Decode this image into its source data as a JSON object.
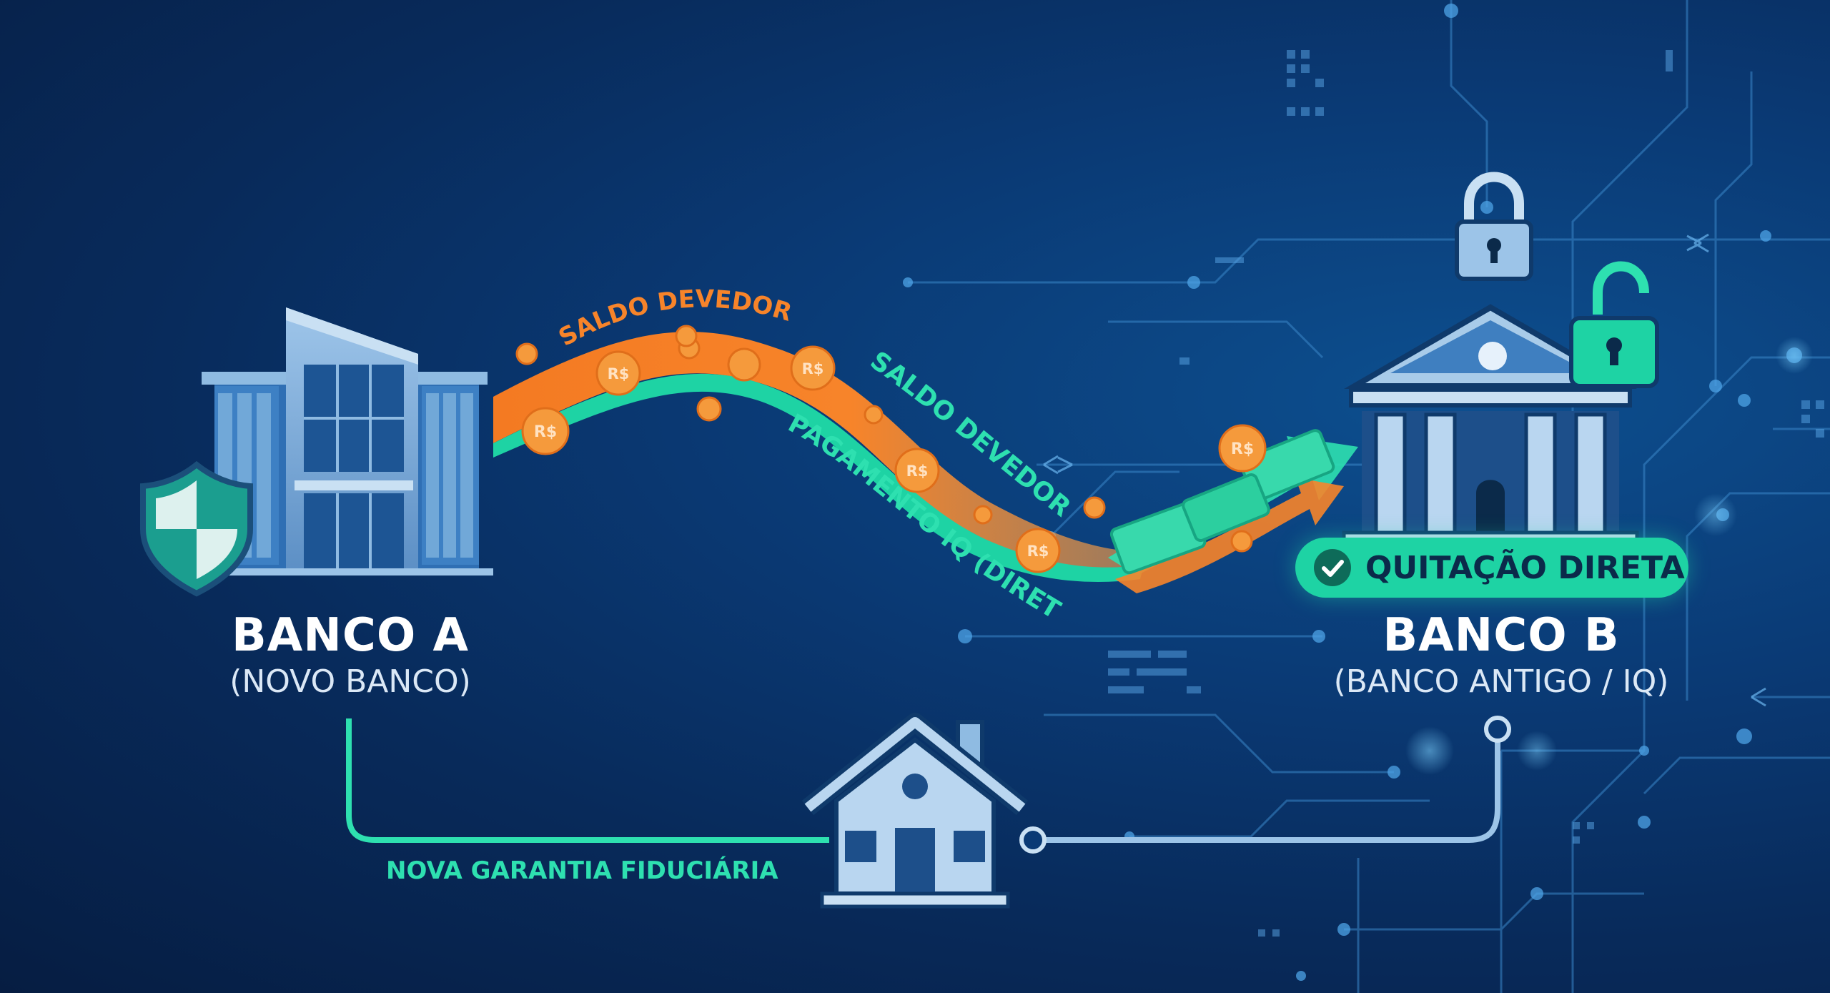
{
  "bank_a": {
    "name": "BANCO A",
    "subtitle": "(NOVO BANCO)"
  },
  "bank_b": {
    "name": "BANCO B",
    "subtitle": "(BANCO ANTIGO / IQ)"
  },
  "flow": {
    "balance_label_top": "SALDO DEVEDOR",
    "balance_label_mid": "SALDO DEVEDOR",
    "payment_label": "PAGAMENTO IQ (DIRETO)",
    "coin_symbol": "R$"
  },
  "badge": {
    "label": "QUITAÇÃO DIRETA"
  },
  "collateral": {
    "label": "NOVA GARANTIA FIDUCIÁRIA"
  },
  "colors": {
    "accent_green": "#1ed3a4",
    "accent_orange": "#f7842a",
    "coin": "#f59a3c",
    "background": "#082a5a"
  },
  "icons": [
    "building-icon",
    "shield-icon",
    "bank-columns-icon",
    "padlock-closed-icon",
    "padlock-open-icon",
    "house-icon",
    "check-icon",
    "coin-icon",
    "banknote-icon"
  ]
}
